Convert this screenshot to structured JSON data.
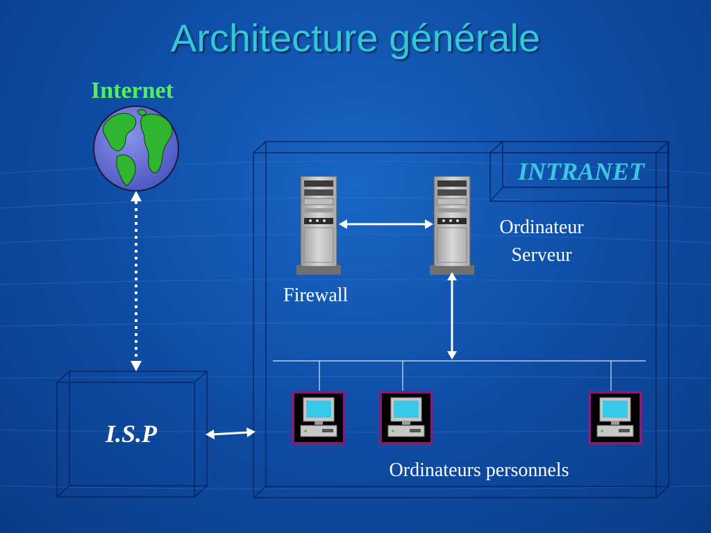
{
  "title": "Architecture générale",
  "labels": {
    "internet": "Internet",
    "intranet": "INTRANET",
    "isp": "I.S.P",
    "firewall": "Firewall",
    "server_line1": "Ordinateur",
    "server_line2": "Serveur",
    "personal_computers": "Ordinateurs personnels"
  },
  "colors": {
    "title": "#33c6d6",
    "internet": "#4ff05a",
    "intranet": "#3ec5e0",
    "text": "#ffffff",
    "box_outline": "#0a1e5a"
  },
  "icons": {
    "globe": "globe-icon",
    "firewall": "server-tower-icon",
    "server": "server-tower-icon",
    "workstation": "desktop-computer-icon"
  }
}
